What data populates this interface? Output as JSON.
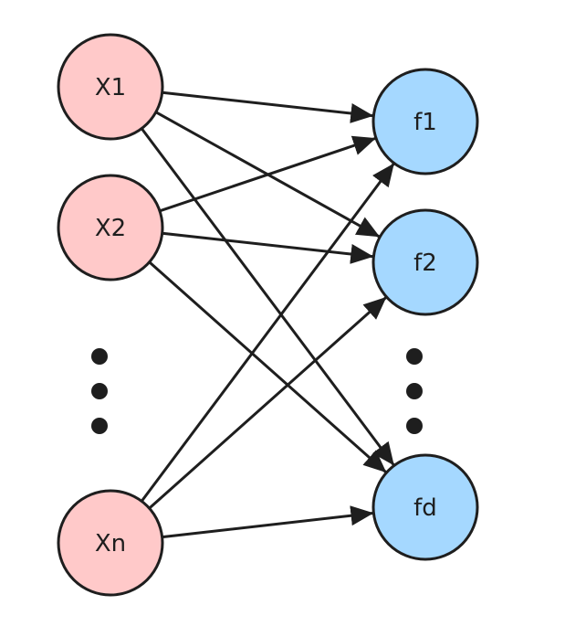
{
  "colors": {
    "input_fill": "#ffc9c9",
    "output_fill": "#a5d8ff",
    "stroke": "#1e1e1e",
    "edge": "#1e1e1e",
    "background": "#ffffff"
  },
  "inputs": [
    {
      "id": "x1",
      "label": "X1"
    },
    {
      "id": "x2",
      "label": "X2"
    },
    {
      "id": "xn",
      "label": "Xn"
    }
  ],
  "outputs": [
    {
      "id": "f1",
      "label": "f1"
    },
    {
      "id": "f2",
      "label": "f2"
    },
    {
      "id": "fd",
      "label": "fd"
    }
  ],
  "edges": [
    {
      "from": "x1",
      "to": "f1"
    },
    {
      "from": "x1",
      "to": "f2"
    },
    {
      "from": "x1",
      "to": "fd"
    },
    {
      "from": "x2",
      "to": "f1"
    },
    {
      "from": "x2",
      "to": "f2"
    },
    {
      "from": "x2",
      "to": "fd"
    },
    {
      "from": "xn",
      "to": "f1"
    },
    {
      "from": "xn",
      "to": "f2"
    },
    {
      "from": "xn",
      "to": "fd"
    }
  ],
  "ellipsis": {
    "inputs_icon": "vertical-ellipsis",
    "outputs_icon": "vertical-ellipsis"
  }
}
